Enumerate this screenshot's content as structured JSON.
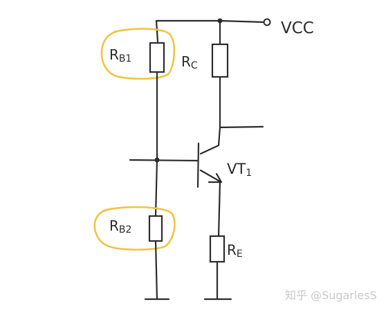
{
  "supply": {
    "name": "VCC"
  },
  "components": {
    "rb1": {
      "main": "R",
      "sub": "B1"
    },
    "rc": {
      "main": "R",
      "sub": "C"
    },
    "rb2": {
      "main": "R",
      "sub": "B2"
    },
    "re": {
      "main": "R",
      "sub": "E"
    },
    "vt1": {
      "main": "VT",
      "sub": "1"
    }
  },
  "highlight_color": "#f0c443",
  "watermark": "知乎 @SugarlesS"
}
